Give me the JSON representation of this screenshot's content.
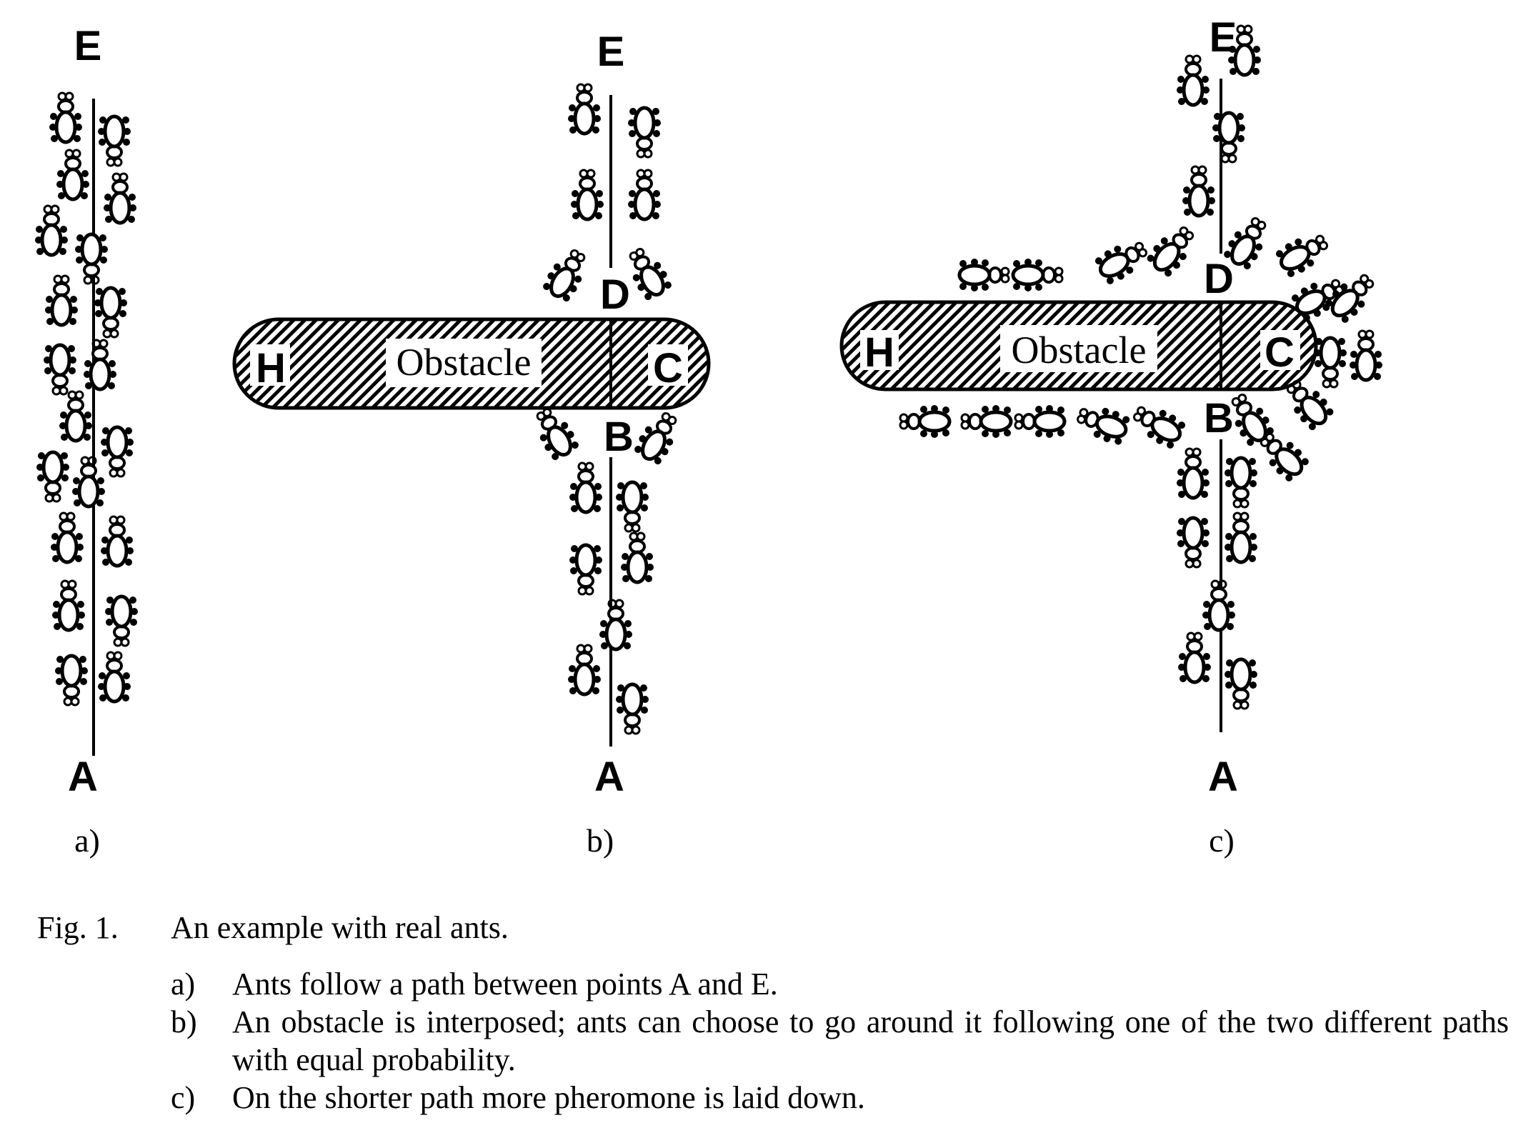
{
  "points": {
    "A": "A",
    "B": "B",
    "C": "C",
    "D": "D",
    "E": "E",
    "H": "H"
  },
  "obstacle_label": "Obstacle",
  "panels": {
    "a": "a)",
    "b": "b)",
    "c": "c)"
  },
  "caption": {
    "fig_label": "Fig. 1.",
    "title": "An example with real ants.",
    "items": [
      {
        "letter": "a)",
        "text": "Ants follow a path between points A and E."
      },
      {
        "letter": "b)",
        "text": "An obstacle is interposed; ants can choose to go around it following one of the two different paths with equal probability."
      },
      {
        "letter": "c)",
        "text": "On the shorter path more pheromone is laid down."
      }
    ]
  },
  "icon_names": [
    "ant-icon"
  ]
}
